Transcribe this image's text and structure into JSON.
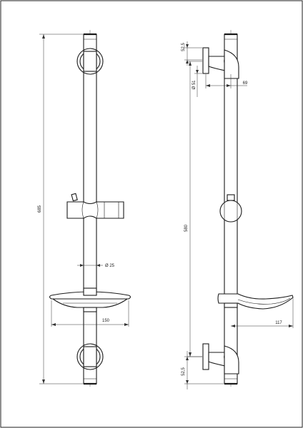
{
  "front_view": {
    "total_height": "685",
    "bar_diameter": "Ø 25",
    "tray_width": "150"
  },
  "side_view": {
    "top_bracket_offset": "52,5",
    "bracket_diameter": "Ø 51",
    "wall_projection": "69",
    "bracket_spacing": "580",
    "tray_projection": "117",
    "bottom_bracket_offset": "52,5"
  },
  "colors": {
    "line": "#1a1a1a",
    "dim": "#333333",
    "paper": "#ffffff"
  }
}
